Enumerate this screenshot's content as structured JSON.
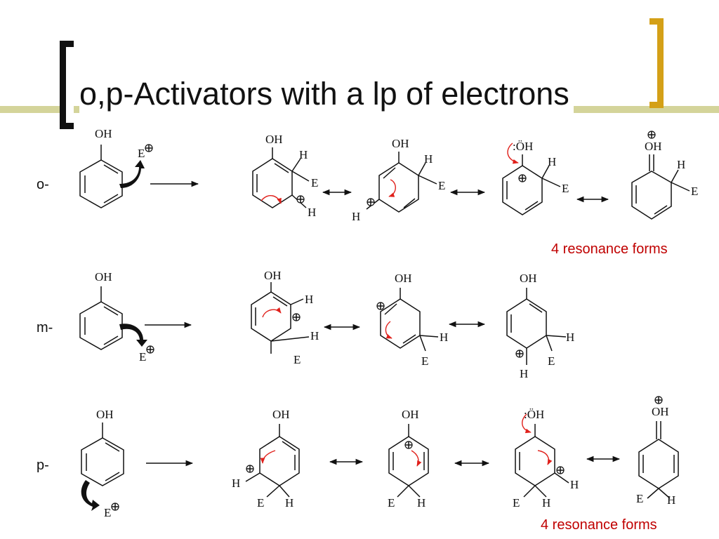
{
  "slide": {
    "title": "o,p-Activators with a lp of electrons",
    "colors": {
      "accent_bar": "#d4d49a",
      "bracket_right": "#d4a017",
      "note": "#c00000",
      "curly_arrow": "#e0201b"
    }
  },
  "rows": [
    {
      "id": "ortho",
      "label": "o-",
      "note": "4 resonance forms"
    },
    {
      "id": "meta",
      "label": "m-",
      "note": ""
    },
    {
      "id": "para",
      "label": "p-",
      "note": "4 resonance forms"
    }
  ],
  "atoms": {
    "oh": "OH",
    "h": "H",
    "e": "E",
    "o_lp": ":ÖH",
    "plus": "+"
  },
  "icons": {
    "reaction_arrow": "reaction-arrow-icon",
    "resonance_arrow": "double-headed-arrow-icon",
    "curly_arrow": "curved-electron-arrow-icon",
    "charge": "circled-plus-icon"
  }
}
